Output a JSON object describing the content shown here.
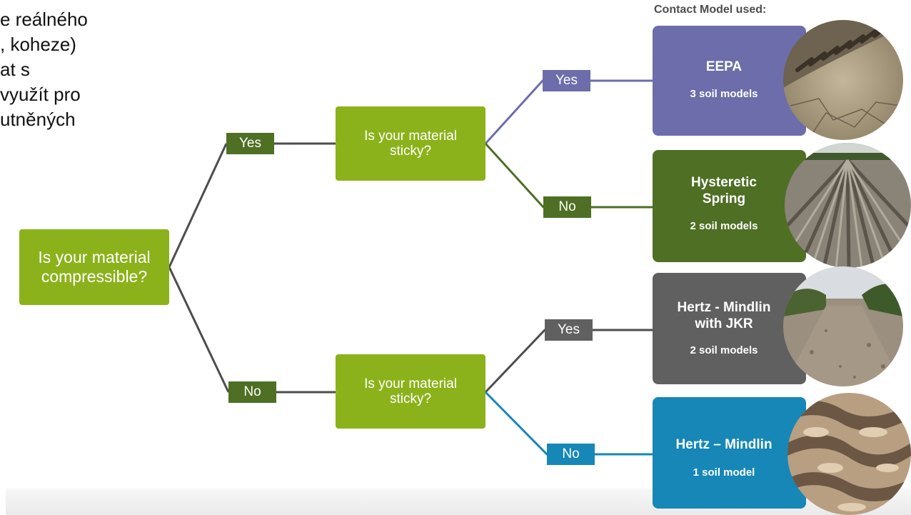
{
  "side_text": {
    "lines": [
      "e reálného",
      ", koheze)",
      "at s",
      "využít pro",
      "utněných"
    ]
  },
  "contact_model_title": "Contact Model used:",
  "questions": {
    "root": "Is your material\ncompressible?",
    "compressible_yes": "Is your material\nsticky?",
    "compressible_no": "Is your material\nsticky?"
  },
  "branch_labels": {
    "root_yes": "Yes",
    "root_no": "No",
    "top_yes": "Yes",
    "top_no": "No",
    "bottom_yes": "Yes",
    "bottom_no": "No"
  },
  "models": [
    {
      "name": "EEPA",
      "count": "3 soil models",
      "color": "#6c6daa",
      "photo": "tire-tread-soil-photo"
    },
    {
      "name": "Hysteretic\nSpring",
      "count": "2 soil models",
      "color": "#4f6f24",
      "photo": "plowed-field-photo"
    },
    {
      "name": "Hertz - Mindlin\nwith JKR",
      "count": "2 soil models",
      "color": "#606060",
      "photo": "dirt-road-photo"
    },
    {
      "name": "Hertz – Mindlin",
      "count": "1 soil model",
      "color": "#1687b6",
      "photo": "sand-ripples-photo"
    }
  ],
  "colors": {
    "question_green": "#8cb21b",
    "dark_green": "#4f6f24",
    "purple": "#6c6daa",
    "gray": "#606060",
    "blue": "#1687b6"
  }
}
